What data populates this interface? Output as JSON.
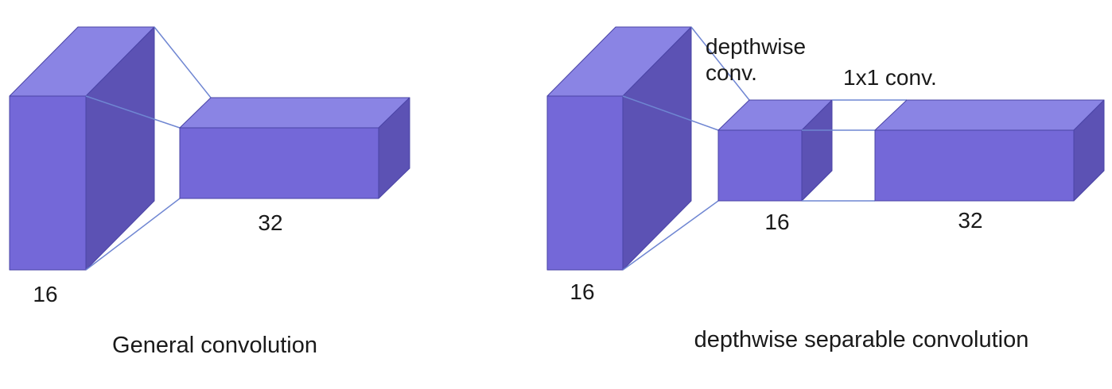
{
  "colors": {
    "face_front": "#7468d8",
    "face_top": "#8a84e4",
    "face_side": "#5c52b4",
    "edge": "#4a44a6",
    "connector": "#6f86d2"
  },
  "left_panel": {
    "input_channels": "16",
    "output_channels": "32",
    "caption": "General convolution"
  },
  "right_panel": {
    "input_channels": "16",
    "depthwise_label_line1": "depthwise",
    "depthwise_label_line2": "conv.",
    "pointwise_label": "1x1 conv.",
    "depthwise_channels": "16",
    "output_channels": "32",
    "caption": "depthwise separable convolution"
  }
}
